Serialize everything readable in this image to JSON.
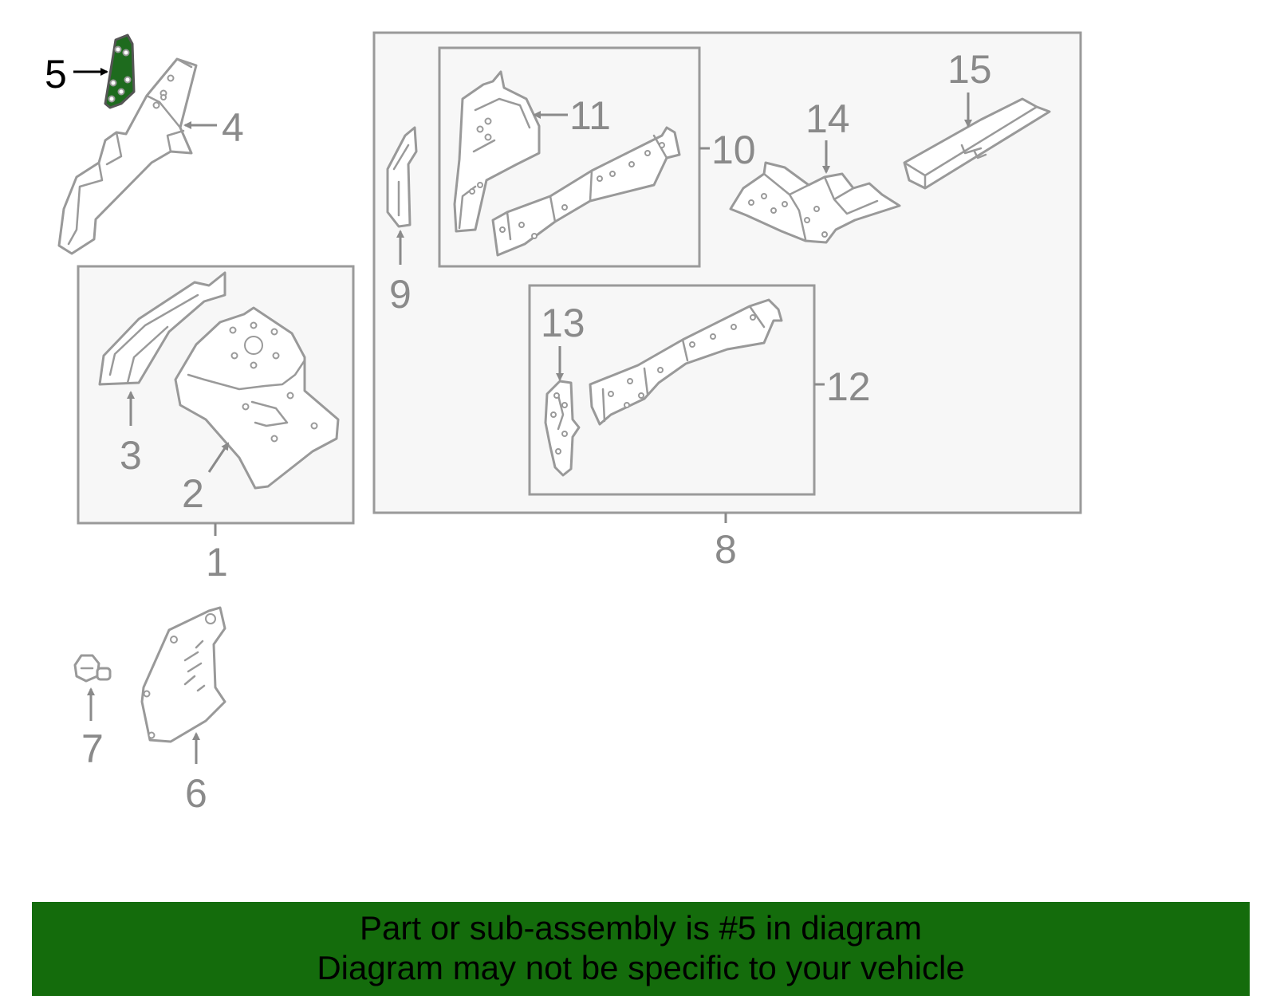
{
  "diagram": {
    "highlighted_part": "5",
    "callouts": {
      "c1": "1",
      "c2": "2",
      "c3": "3",
      "c4": "4",
      "c5": "5",
      "c6": "6",
      "c7": "7",
      "c8": "8",
      "c9": "9",
      "c10": "10",
      "c11": "11",
      "c12": "12",
      "c13": "13",
      "c14": "14",
      "c15": "15"
    },
    "colors": {
      "highlight_fill": "#1e6b1e",
      "banner_background": "#146c0c",
      "part_outline": "#999999",
      "label_gray": "#8a8a8a"
    }
  },
  "banner": {
    "line1": "Part or sub-assembly is #5 in diagram",
    "line2": "Diagram may not be specific to your vehicle"
  }
}
